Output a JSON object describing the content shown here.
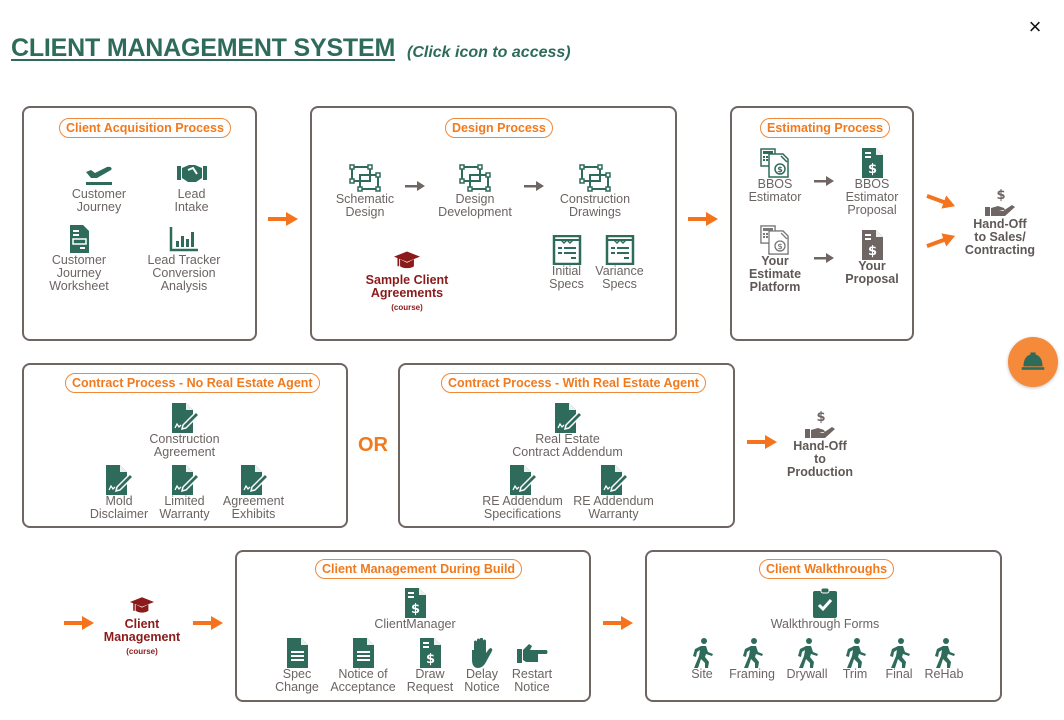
{
  "header": {
    "title": "CLIENT MANAGEMENT SYSTEM",
    "subtitle": "(Click icon to access)",
    "close_icon": "×"
  },
  "colors": {
    "primary_green": "#2e6b5a",
    "accent_orange": "#f07a1e",
    "course_red": "#8b1a1a",
    "text_gray": "#6b6462",
    "border_gray": "#6f6563",
    "fab_orange": "#f58a3a"
  },
  "acquisition": {
    "title": "Client Acquisition Process",
    "items": [
      {
        "label": "Customer\nJourney",
        "icon": "airplane-icon"
      },
      {
        "label": "Lead\nIntake",
        "icon": "handshake-icon"
      },
      {
        "label": "Customer\nJourney\nWorksheet",
        "icon": "worksheet-icon"
      },
      {
        "label": "Lead Tracker\nConversion\nAnalysis",
        "icon": "bar-chart-icon"
      }
    ]
  },
  "design": {
    "title": "Design Process",
    "items": [
      {
        "label": "Schematic\nDesign",
        "icon": "vector-shape-icon"
      },
      {
        "label": "Design\nDevelopment",
        "icon": "vector-shape-icon"
      },
      {
        "label": "Construction\nDrawings",
        "icon": "vector-shape-icon"
      },
      {
        "label": "Initial\nSpecs",
        "icon": "spec-sheet-icon"
      },
      {
        "label": "Variance\nSpecs",
        "icon": "spec-sheet-icon"
      }
    ],
    "course": {
      "label": "Sample Client\nAgreements",
      "sub": "(course)",
      "icon": "graduation-cap-icon"
    }
  },
  "estimating": {
    "title": "Estimating Process",
    "items": [
      {
        "label": "BBOS\nEstimator",
        "icon": "calculator-doc-icon"
      },
      {
        "label": "BBOS\nEstimator\nProposal",
        "icon": "invoice-icon"
      },
      {
        "label": "Your\nEstimate\nPlatform",
        "icon": "calculator-doc-icon"
      },
      {
        "label": "Your\nProposal",
        "icon": "invoice-icon"
      }
    ]
  },
  "handoff_sales": {
    "label": "Hand-Off\nto Sales/\nContracting",
    "icon": "hand-dollar-icon"
  },
  "contract_no_agent": {
    "title": "Contract Process - No Real Estate Agent",
    "items": [
      {
        "label": "Construction\nAgreement",
        "icon": "signature-doc-icon"
      },
      {
        "label": "Mold\nDisclaimer",
        "icon": "signature-doc-icon"
      },
      {
        "label": "Limited\nWarranty",
        "icon": "signature-doc-icon"
      },
      {
        "label": "Agreement\nExhibits",
        "icon": "signature-doc-icon"
      }
    ]
  },
  "or_label": "OR",
  "contract_with_agent": {
    "title": "Contract Process - With Real Estate Agent",
    "items": [
      {
        "label": "Real Estate\nContract Addendum",
        "icon": "signature-doc-icon"
      },
      {
        "label": "RE Addendum\nSpecifications",
        "icon": "signature-doc-icon"
      },
      {
        "label": "RE Addendum\nWarranty",
        "icon": "signature-doc-icon"
      }
    ]
  },
  "handoff_production": {
    "label": "Hand-Off\nto\nProduction",
    "icon": "hand-dollar-icon"
  },
  "client_mgmt_course": {
    "label": "Client\nManagement",
    "sub": "(course)",
    "icon": "graduation-cap-icon"
  },
  "during_build": {
    "title": "Client Management During Build",
    "main": {
      "label": "ClientManager",
      "icon": "invoice-icon"
    },
    "items": [
      {
        "label": "Spec\nChange",
        "icon": "document-icon"
      },
      {
        "label": "Notice of\nAcceptance",
        "icon": "document-icon"
      },
      {
        "label": "Draw\nRequest",
        "icon": "invoice-icon"
      },
      {
        "label": "Delay\nNotice",
        "icon": "hand-stop-icon"
      },
      {
        "label": "Restart\nNotice",
        "icon": "hand-point-icon"
      }
    ]
  },
  "walkthroughs": {
    "title": "Client Walkthroughs",
    "main": {
      "label": "Walkthrough Forms",
      "icon": "clipboard-check-icon"
    },
    "items": [
      {
        "label": "Site",
        "icon": "walking-icon"
      },
      {
        "label": "Framing",
        "icon": "walking-icon"
      },
      {
        "label": "Drywall",
        "icon": "walking-icon"
      },
      {
        "label": "Trim",
        "icon": "walking-icon"
      },
      {
        "label": "Final",
        "icon": "walking-icon"
      },
      {
        "label": "ReHab",
        "icon": "walking-icon"
      }
    ]
  },
  "fab": {
    "icon": "hard-hat-icon"
  }
}
